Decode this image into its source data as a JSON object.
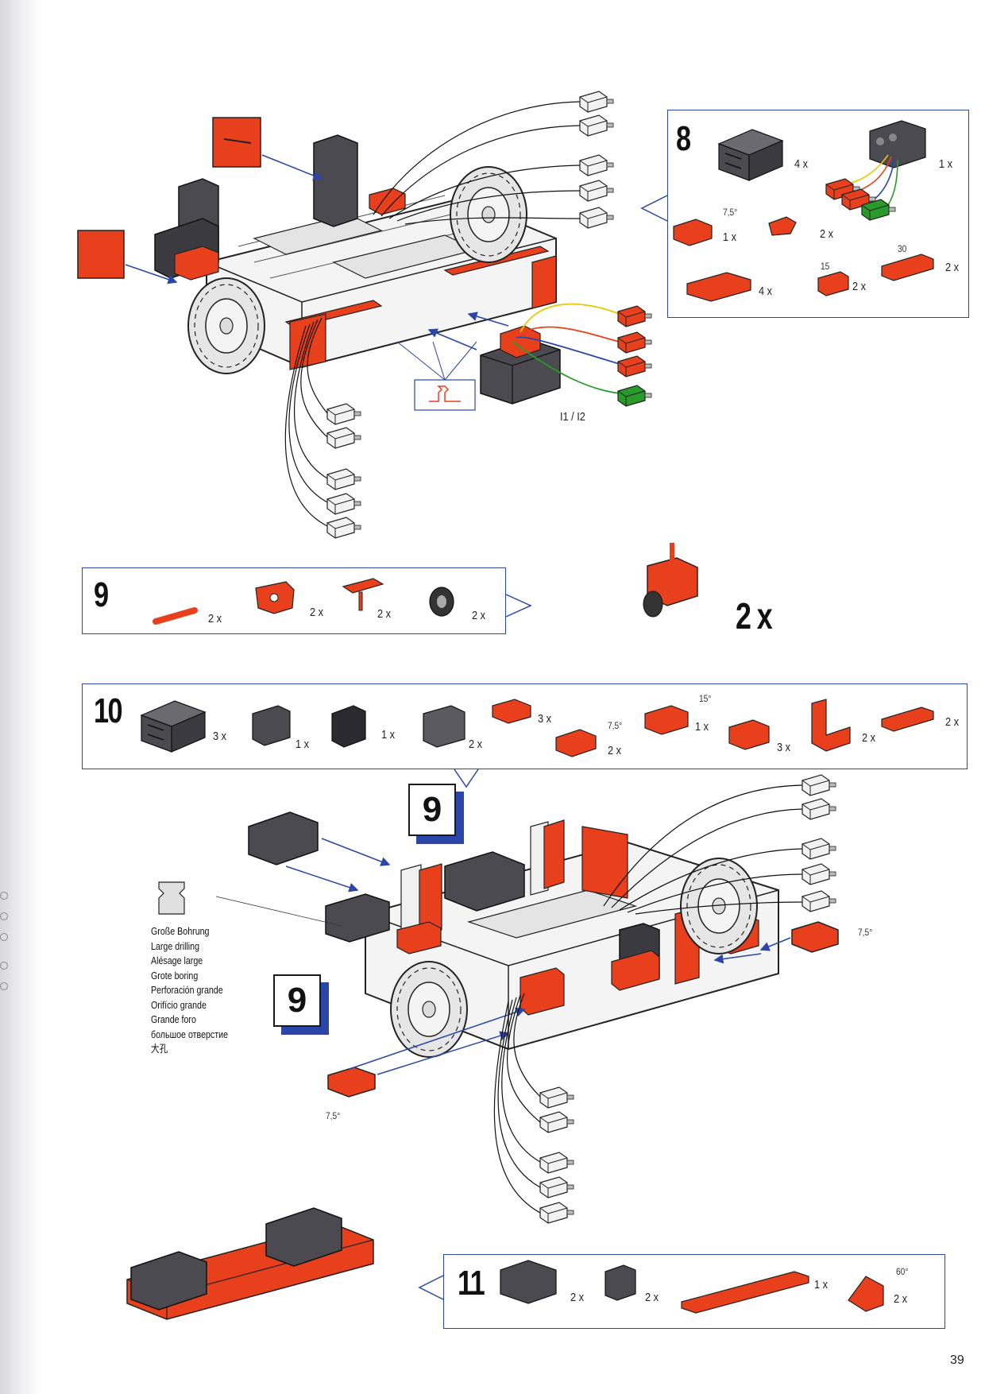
{
  "page_number": "39",
  "step8": {
    "number": "8",
    "qty_block_gray": "4 x",
    "qty_sensor": "1 x",
    "angle_75": "7,5°",
    "qty_block_75": "1 x",
    "qty_angle_small": "2 x",
    "qty_plate_long": "4 x",
    "label_15": "15",
    "qty_15": "2 x",
    "label_30": "30",
    "qty_30": "2 x"
  },
  "main_figure": {
    "input_label": "I1 / I2"
  },
  "step9": {
    "number": "9",
    "qty_axle": "2 x",
    "qty_holder": "2 x",
    "qty_plate": "2 x",
    "qty_wheel": "2 x",
    "result_qty": "2 x"
  },
  "step10": {
    "number": "10",
    "qty_block30": "3 x",
    "qty_block15": "1 x",
    "qty_block_black": "1 x",
    "qty_block_hole": "2 x",
    "qty_red_small": "3 x",
    "angle_75": "7,5°",
    "qty_red_75": "2 x",
    "angle_15": "15°",
    "qty_red_15": "1 x",
    "qty_red_plate": "3 x",
    "qty_red_L": "2 x",
    "qty_red_long": "2 x"
  },
  "legend": {
    "lines": [
      "Große Bohrung",
      "Large drilling",
      "Alésage large",
      "Grote boring",
      "Perforación grande",
      "Orifício grande",
      "Grande foro",
      "большое отверстие",
      "大孔"
    ]
  },
  "assembly10": {
    "callout_top": "9",
    "callout_left": "9",
    "angle_right": "7,5°",
    "angle_left": "7,5°"
  },
  "step11": {
    "number": "11",
    "qty_block30": "2 x",
    "qty_block15": "2 x",
    "qty_plate": "1 x",
    "angle_60": "60°",
    "qty_wedge": "2 x"
  },
  "colors": {
    "frame_blue": "#2a46a8",
    "part_red": "#e8401c",
    "part_gray": "#4a4a50",
    "part_white": "#f2f2f2",
    "wire_yellow": "#e8c800",
    "wire_green": "#2a9a2a"
  }
}
